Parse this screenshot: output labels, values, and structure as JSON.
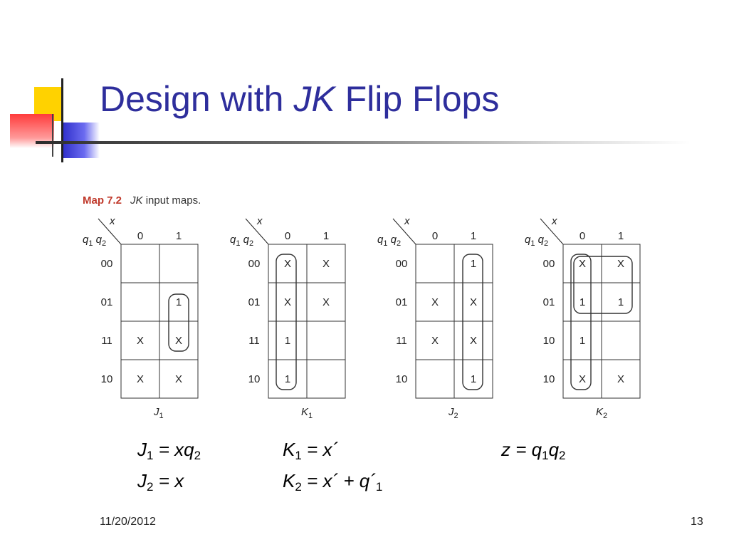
{
  "title": {
    "prefix": "Design with ",
    "italic": "JK",
    "suffix": " Flip Flops"
  },
  "caption": {
    "label": "Map 7.2",
    "italic": "JK",
    "text": " input maps."
  },
  "maps": [
    {
      "name": "J",
      "sub": "1",
      "rows": [
        "00",
        "01",
        "11",
        "10"
      ],
      "cells": [
        [
          "",
          ""
        ],
        [
          "",
          "1"
        ],
        [
          "X",
          "X"
        ],
        [
          "X",
          "X"
        ]
      ]
    },
    {
      "name": "K",
      "sub": "1",
      "rows": [
        "00",
        "01",
        "11",
        "10"
      ],
      "cells": [
        [
          "X",
          "X"
        ],
        [
          "X",
          "X"
        ],
        [
          "1",
          ""
        ],
        [
          "1",
          ""
        ]
      ]
    },
    {
      "name": "J",
      "sub": "2",
      "rows": [
        "00",
        "01",
        "11",
        "10"
      ],
      "cells": [
        [
          "",
          "1"
        ],
        [
          "X",
          "X"
        ],
        [
          "X",
          "X"
        ],
        [
          "",
          "1"
        ]
      ]
    },
    {
      "name": "K",
      "sub": "2",
      "rows": [
        "00",
        "01",
        "10",
        "10"
      ],
      "cells": [
        [
          "X",
          "X"
        ],
        [
          "1",
          "1"
        ],
        [
          "1",
          ""
        ],
        [
          "X",
          "X"
        ]
      ]
    }
  ],
  "map_labels": {
    "var_x": "x",
    "q1": "q",
    "q1_sub": "1",
    "q2": "q",
    "q2_sub": "2",
    "col0": "0",
    "col1": "1"
  },
  "equations": {
    "j1": {
      "lhs": "J",
      "lhs_sub": "1",
      "rhs_a": " = x",
      "rhs_b": "q",
      "rhs_b_sub": "2"
    },
    "j2": {
      "lhs": "J",
      "lhs_sub": "2",
      "rhs": " = x"
    },
    "k1": {
      "lhs": "K",
      "lhs_sub": "1",
      "rhs": " = x´"
    },
    "k2": {
      "lhs": "K",
      "lhs_sub": "2",
      "rhs_a": " = x´  +  q´",
      "rhs_sub": "1"
    },
    "z": {
      "lhs": "z = q",
      "sub1": "1",
      "mid": "q",
      "sub2": "2"
    }
  },
  "footer": {
    "date": "11/20/2012",
    "page": "13"
  },
  "colors": {
    "title": "#2e2e9c",
    "caption_label": "#c0392b",
    "deco_yellow": "#ffd200",
    "deco_blue": "#3636d6",
    "deco_red": "#ff4a4a"
  }
}
